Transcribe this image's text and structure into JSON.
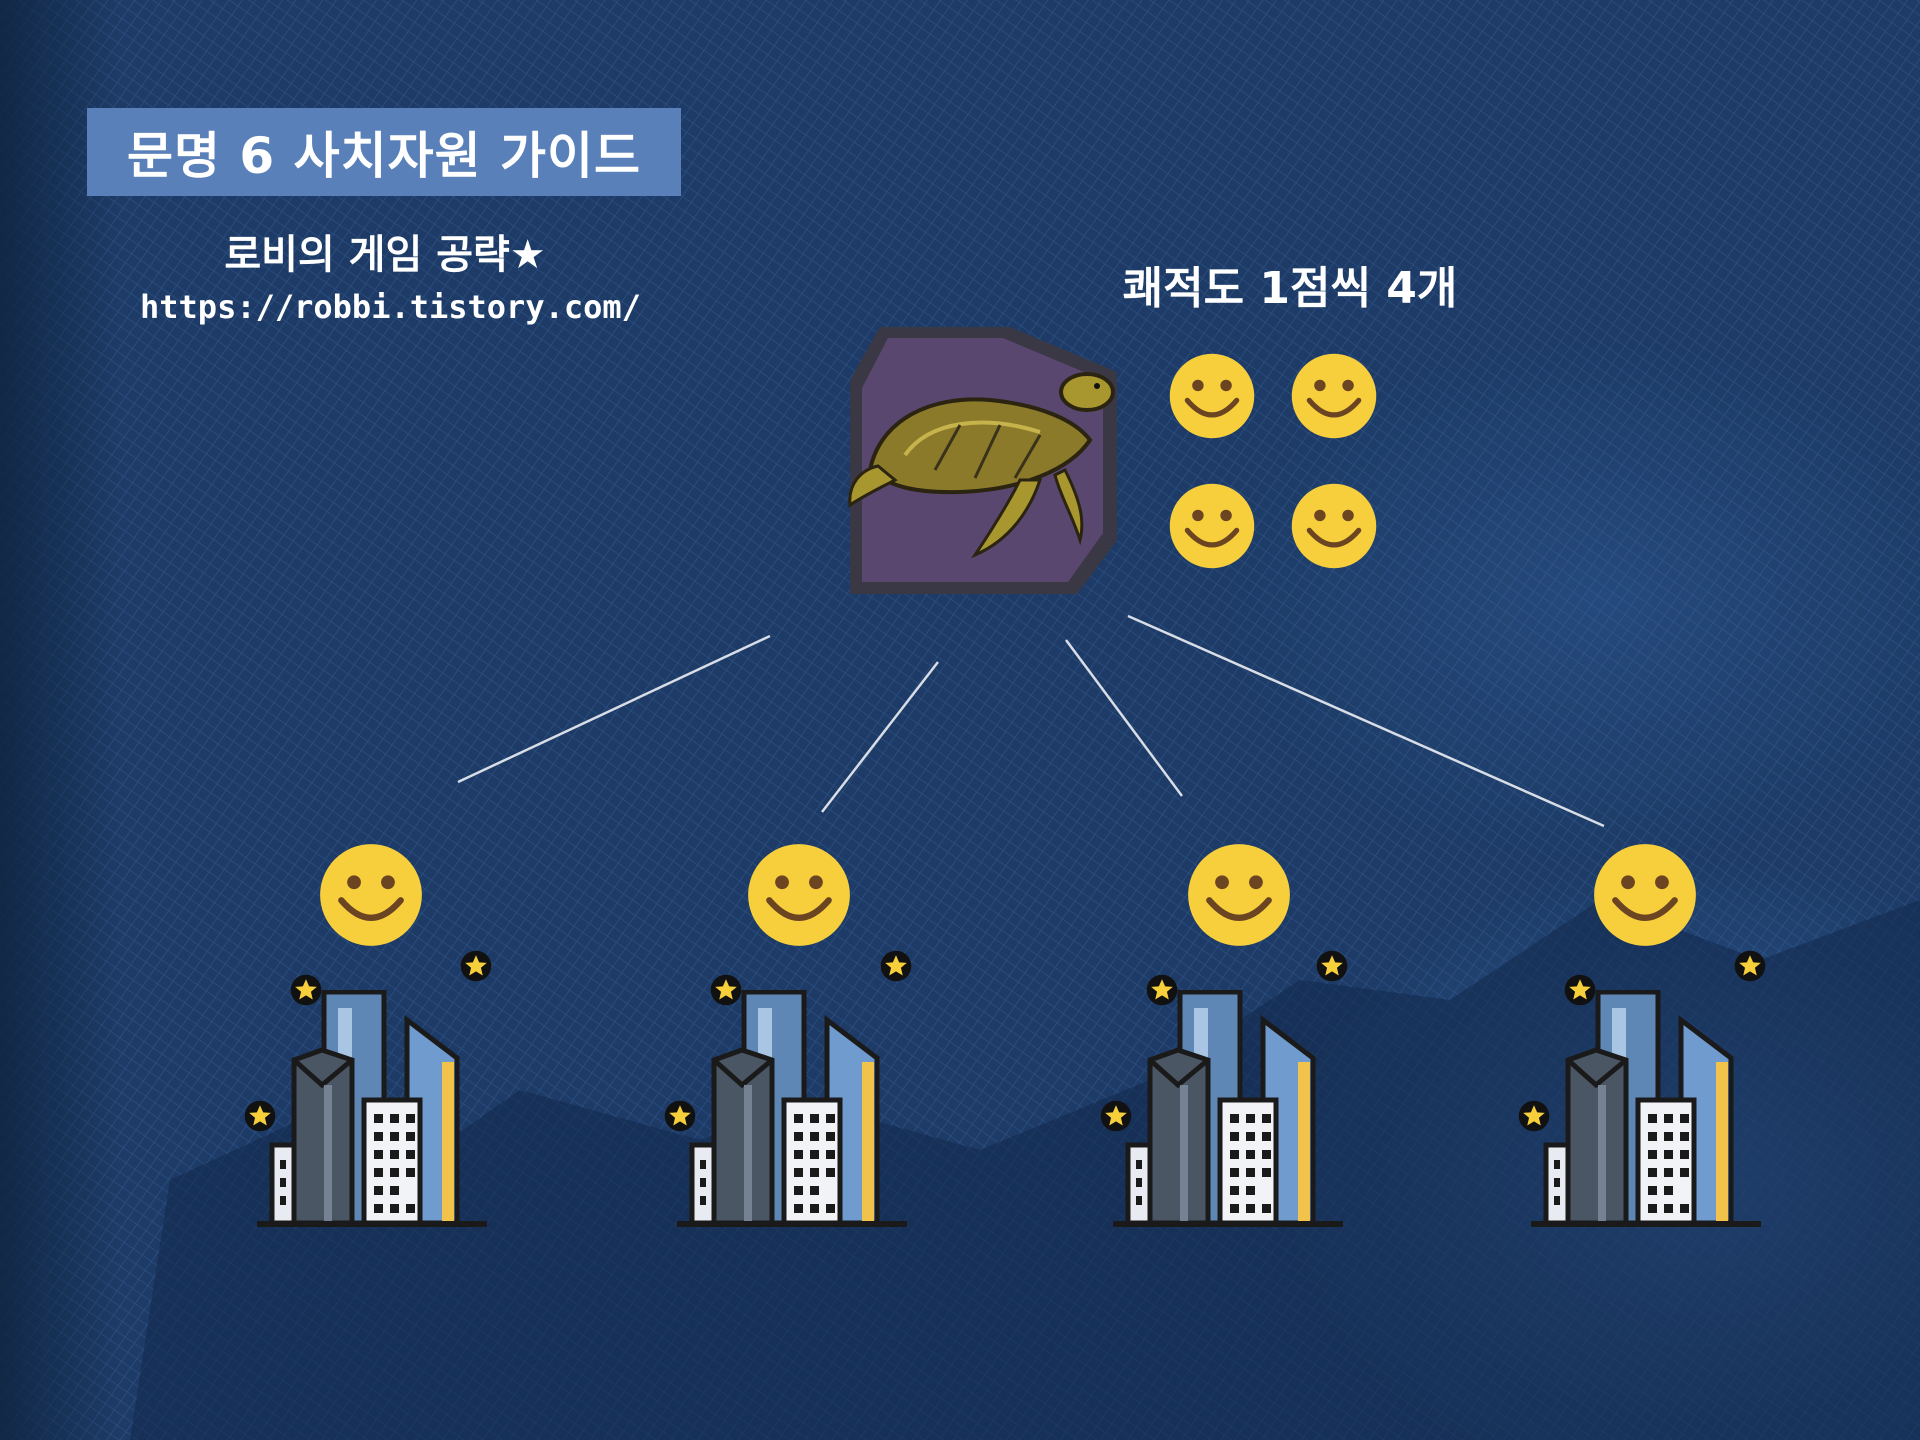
{
  "header": {
    "title": "문명 6 사치자원 가이드",
    "subtitle": "로비의 게임 공략★",
    "url": "https://robbi.tistory.com/"
  },
  "diagram": {
    "note": "쾌적도 1점씩 4개",
    "resource_icon": "sea-turtle-icon",
    "amenity_icon": "smiley-face-icon",
    "city_icon": "city-buildings-icon",
    "resource_amenities": 4,
    "cities": 4,
    "amenities_per_city": 1
  },
  "colors": {
    "background": "#1d3b66",
    "title_box": "#5a80b9",
    "smiley": "#f7cf3d",
    "smiley_line": "#6b4522",
    "resource_tile": "#5a4770",
    "connector": "#d8dde6"
  }
}
